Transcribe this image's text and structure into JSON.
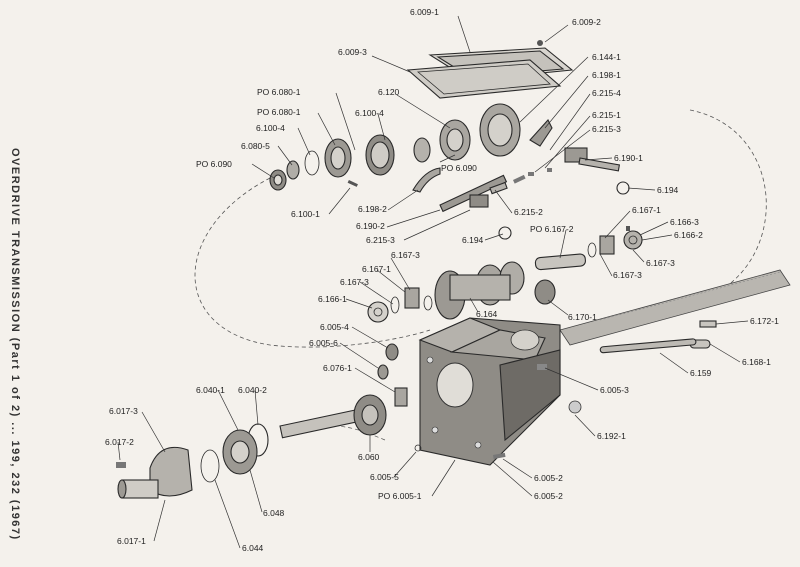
{
  "side_title": "OVERDRIVE TRANSMISSION (Part 1 of 2) ... 199, 232 (1967)",
  "labels": {
    "l6009_1": "6.009-1",
    "l6009_2": "6.009-2",
    "l6009_3": "6.009-3",
    "l6144_1": "6.144-1",
    "l6198_1": "6.198-1",
    "l6215_4": "6.215-4",
    "l6215_1": "6.215-1",
    "l6215_3": "6.215-3",
    "l6120": "6.120",
    "lpo6080_1a": "PO 6.080-1",
    "lpo6080_1b": "PO 6.080-1",
    "l6100_4a": "6.100-4",
    "l6100_4b": "6.100-4",
    "l6080_5": "6.080-5",
    "lpo6090a": "PO 6.090",
    "lpo6090b": "PO 6.090",
    "l6190_1": "6.190-1",
    "l6194a": "6.194",
    "l6194b": "6.194",
    "l6100_1": "6.100-1",
    "l6198_2": "6.198-2",
    "l6190_2": "6.190-2",
    "l6215_3b": "6.215-3",
    "l6215_2": "6.215-2",
    "l6167_1a": "6.167-1",
    "l6166_3": "6.166-3",
    "l6166_2": "6.166-2",
    "lpo6167_2": "PO 6.167-2",
    "l6167_3a": "6.167-3",
    "l6167_3b": "6.167-3",
    "l6167_3c": "6.167-3",
    "l6167_1b": "6.167-1",
    "l6167_3d": "6.167-3",
    "l6166_1": "6.166-1",
    "l6164": "6.164",
    "l6170_1": "6.170-1",
    "l6172_1": "6.172-1",
    "l6005_4": "6.005-4",
    "l6005_6": "6.005-6",
    "l6076_1": "6.076-1",
    "l6168_1": "6.168-1",
    "l6159": "6.159",
    "l6005_3": "6.005-3",
    "l6040_1": "6.040-1",
    "l6040_2": "6.040-2",
    "l6017_3": "6.017-3",
    "l6017_2": "6.017-2",
    "l6192_1": "6.192-1",
    "l6060": "6.060",
    "l6005_5": "6.005-5",
    "l6005_2a": "6.005-2",
    "l6005_2b": "6.005-2",
    "lpo6005_1": "PO 6.005-1",
    "l6048": "6.048",
    "l6017_1": "6.017-1",
    "l6044": "6.044"
  },
  "colors": {
    "paper": "#f4f1ec",
    "ink": "#222222",
    "part_fill": "#bdbab4",
    "part_dark": "#6e6b66"
  }
}
